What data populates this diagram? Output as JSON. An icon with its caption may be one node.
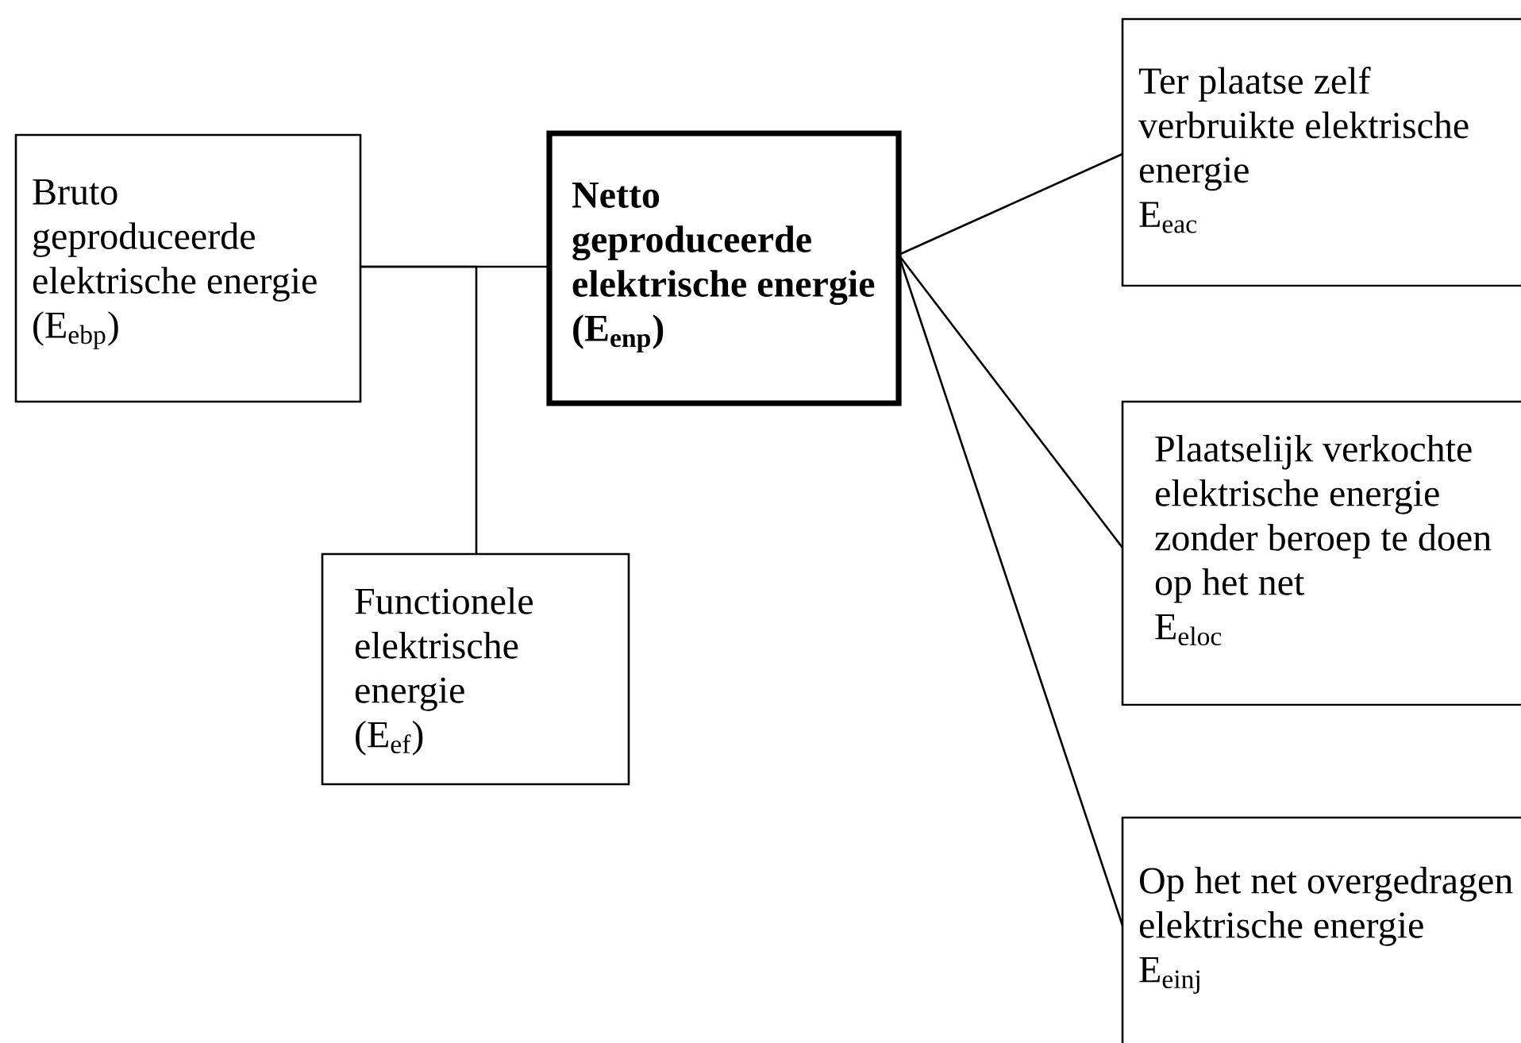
{
  "diagram": {
    "nodes": [
      {
        "text": [
          "Bruto geproduceerde elektrische energie",
          "(E$_{ebp}$)"
        ]
      },
      {
        "text": [
          "Netto geproduceerde elektrische energie",
          "(E$_{enp}$)"
        ]
      },
      {
        "text": [
          "Functionele elektrische energie",
          "(E$_{ef}$)"
        ]
      },
      {
        "text": [
          "Ter plaatse zelf verbruikte elektrische energie",
          "E$_{eac}$"
        ]
      },
      {
        "text": [
          "Plaatselijk verkochte elektrische energie zonder beroep te doen op het net",
          "E$_{eloc}$"
        ]
      },
      {
        "text": [
          "Op het net overgedragen elektrische energie",
          "E$_{einj}$"
        ]
      }
    ],
    "edges": [
      {
        "from": 0,
        "to": 1,
        "arrow": "none"
      },
      {
        "from": 0,
        "to": 2,
        "arrow": "none"
      },
      {
        "from": 1,
        "to": 3,
        "arrow": "none"
      },
      {
        "from": 1,
        "to": 4,
        "arrow": "none"
      },
      {
        "from": 1,
        "to": 5,
        "arrow": "none"
      }
    ]
  }
}
